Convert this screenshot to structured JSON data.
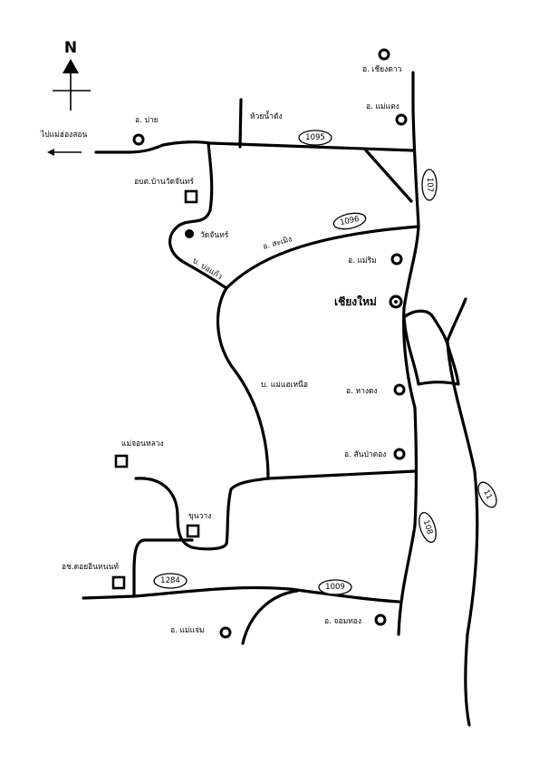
{
  "map": {
    "north": "N",
    "direction_note": "ไปแม่ฮ่องสอน",
    "places": {
      "chiang_dao": "อ. เชียงดาว",
      "huai_nam_dang": "ห้วยน้ำดัง",
      "mae_taeng": "อ. แม่แตง",
      "pai": "อ. ปาย",
      "obt_ban_wat_chan": "อบต.บ้านวัดจันทร์",
      "wat_chan": "วัดจันทร์",
      "samoeng": "อ. สะเมิง",
      "ban_bo_kaeo": "บ. บ่อแก้ว",
      "mae_rim": "อ. แม่ริม",
      "chiang_mai": "เชียงใหม่",
      "ban_mae_sae_nuea": "บ. แม่แฮเหนือ",
      "hang_dong": "อ. หางดง",
      "san_pa_tong": "อ. สันป่าตอง",
      "mae_chon_luang": "แม่จอนหลวง",
      "khun_wang": "ขุนวาง",
      "doi_inthanon": "อช.ดอยอินทนนท์",
      "mae_chaem": "อ. แม่แจ่ม",
      "chom_thong": "อ. จอมทอง"
    },
    "routes": {
      "r1095": "1095",
      "r1096": "1096",
      "r107": "107",
      "r108": "108",
      "r11": "11",
      "r1284": "1284",
      "r1009": "1009"
    },
    "symbols": {
      "district": "open-circle",
      "city": "bullseye-circle",
      "poi": "open-square",
      "temple": "filled-dot"
    },
    "colors": {
      "ink": "#000000",
      "paper": "#ffffff"
    }
  }
}
